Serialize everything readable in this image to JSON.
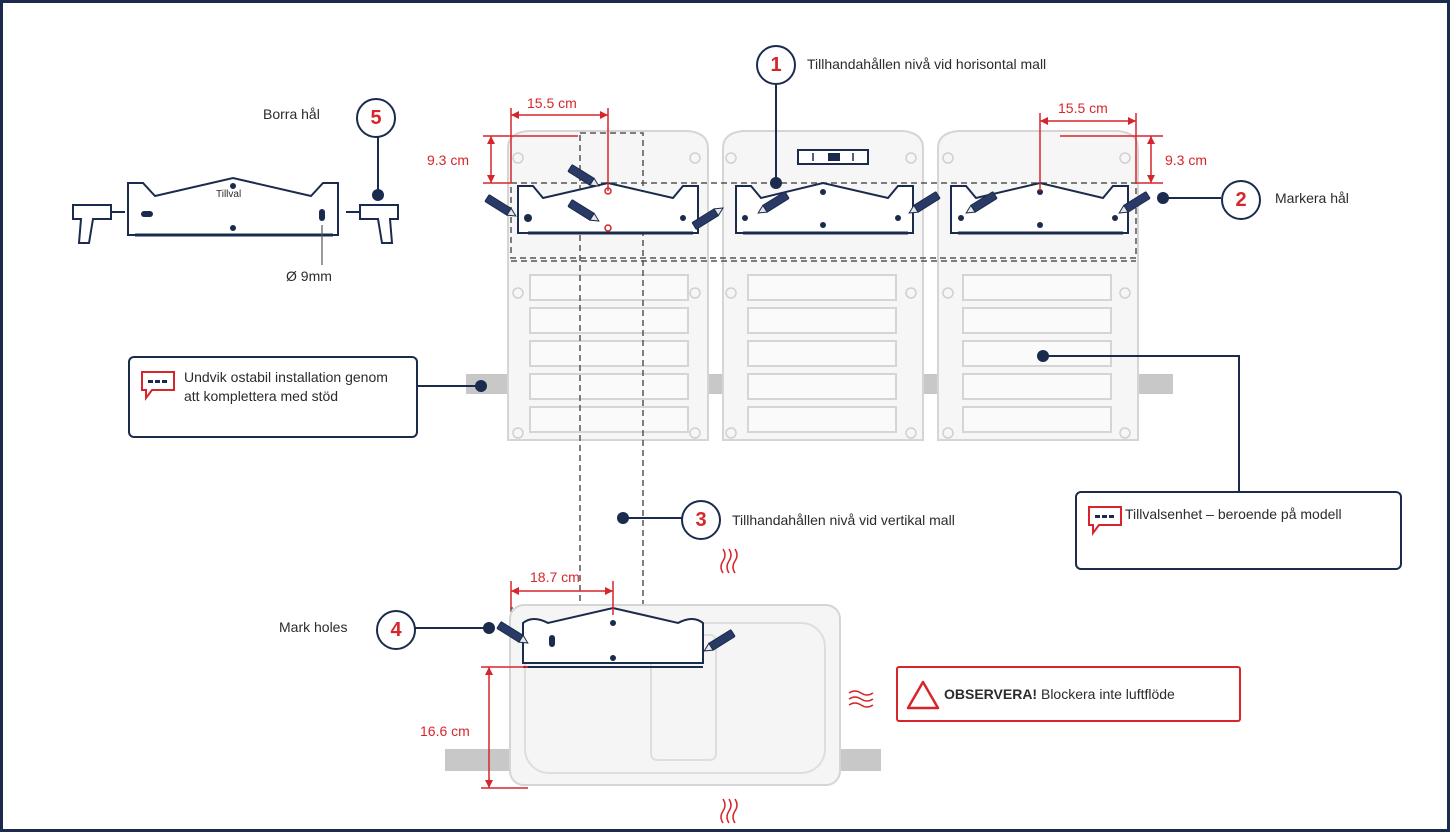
{
  "steps": {
    "s1": {
      "number": "1",
      "label": "Tillhandahållen nivå vid horisontal mall"
    },
    "s2": {
      "number": "2",
      "label": "Markera hål"
    },
    "s3": {
      "number": "3",
      "label": "Tillhandahållen nivå vid vertikal mall"
    },
    "s4": {
      "number": "4",
      "label": "Mark holes"
    },
    "s5": {
      "number": "5",
      "label": "Borra hål"
    }
  },
  "drill_bracket": {
    "optional_text": "Tillval",
    "hole_diameter": "Ø 9mm"
  },
  "dimensions": {
    "top_left_width": "15.5 cm",
    "top_left_height": "9.3 cm",
    "top_right_width": "15.5 cm",
    "top_right_height": "9.3 cm",
    "bottom_width": "18.7 cm",
    "bottom_height": "16.6 cm"
  },
  "notes": {
    "support": "Undvik ostabil installation genom att komplettera med stöd",
    "optional_unit": "Tillvalsenhet – beroende på modell"
  },
  "warning": {
    "title": "OBSERVERA!",
    "text": " Blockera inte luftflöde"
  },
  "colors": {
    "accent_red": "#d6262b",
    "navy": "#1b2b4d",
    "gray_pipe": "#c8c8c8"
  }
}
